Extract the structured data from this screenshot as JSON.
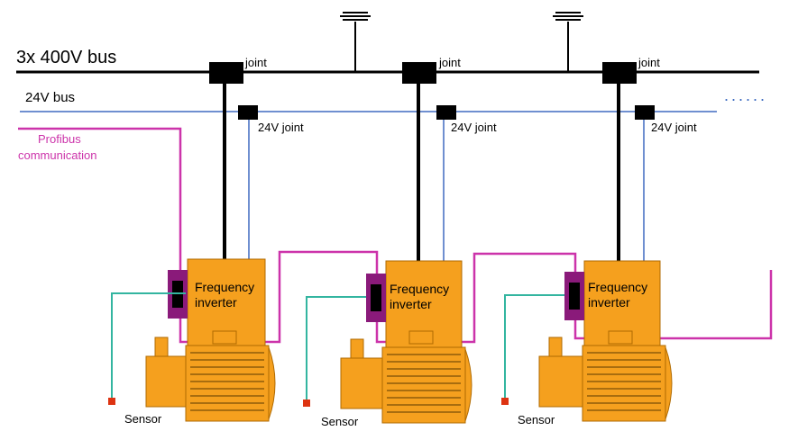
{
  "labels": {
    "bus400": "3x 400V bus",
    "bus24": "24V bus",
    "profibus_line1": "Profibus",
    "profibus_line2": "communication",
    "dots": "......"
  },
  "units": [
    {
      "joint": "joint",
      "joint24": "24V joint",
      "inverter_line1": "Frequency",
      "inverter_line2": "inverter",
      "sensor": "Sensor"
    },
    {
      "joint": "joint",
      "joint24": "24V joint",
      "inverter_line1": "Frequency",
      "inverter_line2": "inverter",
      "sensor": "Sensor"
    },
    {
      "joint": "joint",
      "joint24": "24V joint",
      "inverter_line1": "Frequency",
      "inverter_line2": "inverter",
      "sensor": "Sensor"
    }
  ],
  "colors": {
    "bus400": "#000000",
    "bus24": "#6f8fd0",
    "profibus": "#cc33aa",
    "sensor_wire": "#33b5a0",
    "inverter_fill": "#f5a01e",
    "motor_fill": "#f5a01e",
    "connector": "#8a1a7a",
    "sensor": "#dd3311"
  }
}
